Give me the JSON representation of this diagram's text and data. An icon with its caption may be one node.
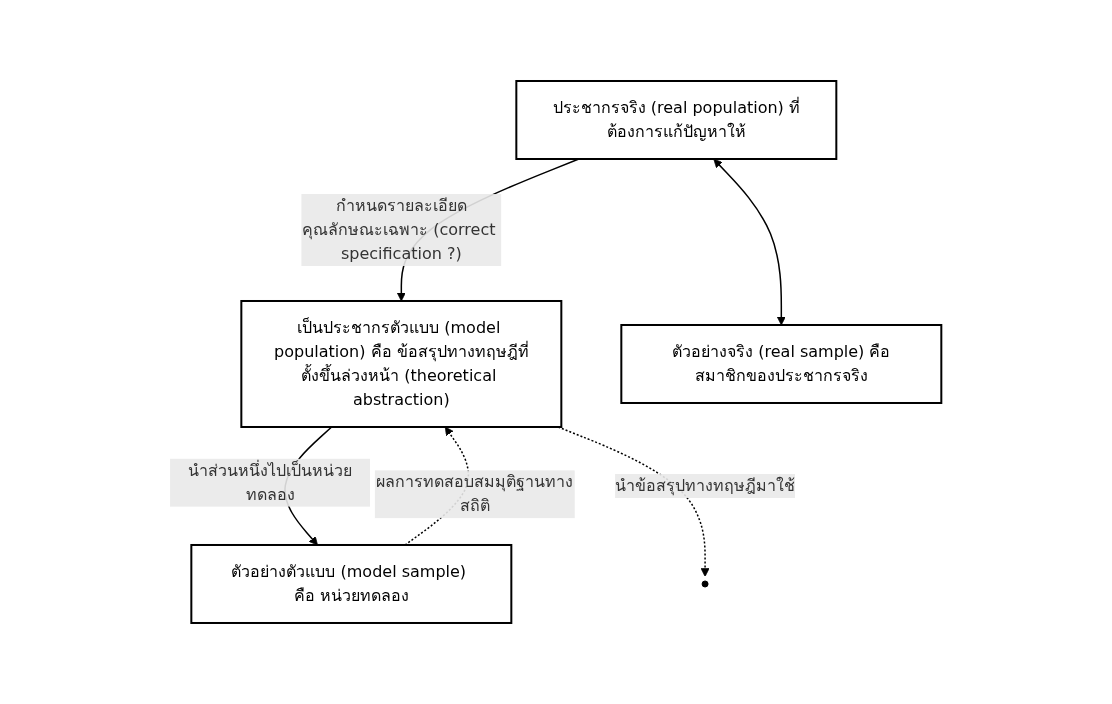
{
  "diagram": {
    "nodes": [
      {
        "text": [
          "เป็นประชากรตัวแบบ (model population) คือ ข้อสรุปทางทฤษฎีที่ตั้งขึ้นล่วงหน้า (theoretical abstraction)"
        ]
      },
      {
        "text": [
          "ตัวอย่างตัวแบบ (model sample) คือ หน่วยทดลอง"
        ]
      },
      {
        "text": [
          "ประชากรจริง (real population) ที่ต้องการแก้ปัญหาให้"
        ]
      },
      {
        "text": [
          "ตัวอย่างจริง (real sample) คือสมาชิกของประชากรจริง"
        ]
      }
    ],
    "edges": [
      {
        "from": 0,
        "to": 1,
        "arrow": "to",
        "label": "นำส่วนหนึ่งไปเป็นหน่วยทดลอง"
      },
      {
        "from": 1,
        "to": 0,
        "arrow": "to",
        "style": "dashed",
        "label": "ผลการทดสอบสมมุติฐานทางสถิติ"
      },
      {
        "from": 2,
        "to": 0,
        "arrow": "to",
        "label": "กำหนดรายละเอียดคุณลักษณะเฉพาะ (correct specification ?)"
      },
      {
        "from": 0,
        "to": null,
        "arrow": "to",
        "style": "dashed",
        "label": "นำข้อสรุปทางทฤษฎีมาใช้"
      },
      {
        "from": 2,
        "to": 3,
        "arrow": "both"
      }
    ]
  }
}
